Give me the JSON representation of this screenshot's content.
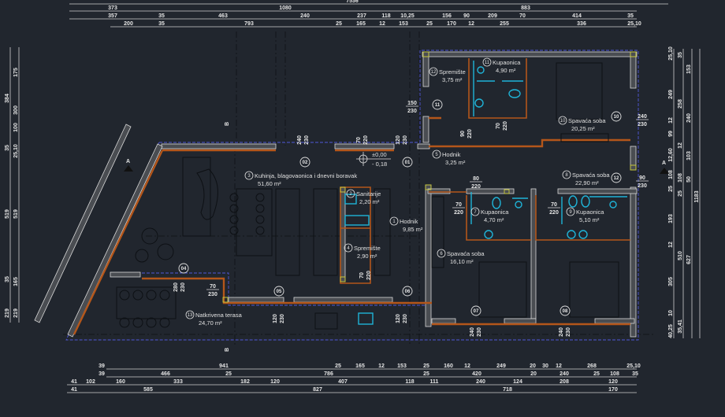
{
  "dimensions": {
    "top": [
      [
        "7536"
      ],
      [
        "373",
        "1080",
        "883"
      ],
      [
        "357",
        "35",
        "463",
        "240",
        "237",
        "118",
        "10,25",
        "156",
        "90",
        "209",
        "70",
        "414",
        "35"
      ],
      [
        "200",
        "35",
        "793",
        "25",
        "165",
        "12",
        "153",
        "25",
        "170",
        "12",
        "255",
        "336",
        "25,10"
      ]
    ],
    "bottom": [
      [
        "39",
        "941",
        "25",
        "165",
        "12",
        "153",
        "25",
        "160",
        "12",
        "249",
        "20",
        "30",
        "12",
        "268",
        "25,10"
      ],
      [
        "39",
        "466",
        "25",
        "786",
        "25",
        "420",
        "20",
        "240",
        "25",
        "108",
        "35"
      ],
      [
        "41",
        "102",
        "160",
        "333",
        "182",
        "120",
        "407",
        "118",
        "111",
        "240",
        "124",
        "208",
        "120"
      ],
      [
        "41",
        "585",
        "827",
        "718",
        "170"
      ]
    ],
    "left": [
      [
        "384",
        "35",
        "519",
        "35",
        "219"
      ],
      [
        "175",
        "300",
        "100",
        "25,10",
        "519",
        "165",
        "219"
      ]
    ],
    "right": [
      [
        "25,10",
        "249",
        "12",
        "99",
        "12,60",
        "108",
        "25",
        "193",
        "12",
        "305",
        "10",
        "40,25"
      ],
      [
        "35",
        "258",
        "12",
        "108",
        "25",
        "510",
        "35,41"
      ],
      [
        "153",
        "240",
        "103",
        "50",
        "627"
      ],
      [
        "1183"
      ]
    ]
  },
  "rooms": [
    {
      "num": "12",
      "name": "Spremište",
      "area": "3,75  m²"
    },
    {
      "num": "11",
      "name": "Kupaonica",
      "area": "4,90  m²"
    },
    {
      "num": "10",
      "name": "Spavaća soba",
      "area": "20,25 m²"
    },
    {
      "num": "5",
      "name": "Hodnik",
      "area": "3,25  m²"
    },
    {
      "num": "8",
      "name": "Spavaća soba",
      "area": "22,90 m²"
    },
    {
      "num": "3",
      "name": "Kuhinja, blagovaonica i dnevni boravak",
      "area": "51,60 m²"
    },
    {
      "num": "2",
      "name": "Sanitarije",
      "area": "2,20  m²"
    },
    {
      "num": "1",
      "name": "Hodnik",
      "area": "9,85  m²"
    },
    {
      "num": "4",
      "name": "Spremište",
      "area": "2,90  m²"
    },
    {
      "num": "7",
      "name": "Kupaonica",
      "area": "4,70  m²"
    },
    {
      "num": "9",
      "name": "Kupaonica",
      "area": "5,10  m²"
    },
    {
      "num": "6",
      "name": "Spavaća soba",
      "area": "16,10 m²"
    },
    {
      "num": "13",
      "name": "Natkrivena terasa",
      "area": "24,70 m²"
    }
  ],
  "level": {
    "top": "±0,00",
    "bottom": "- 0,18"
  },
  "door_tags": [
    "01",
    "02",
    "04",
    "05",
    "06",
    "07",
    "08",
    "10",
    "11",
    "12"
  ],
  "openings": [
    [
      "240",
      "230"
    ],
    [
      "120",
      "230"
    ],
    [
      "150",
      "230"
    ],
    [
      "240",
      "230"
    ],
    [
      "90",
      "230"
    ],
    [
      "80",
      "220"
    ],
    [
      "90",
      "220"
    ],
    [
      "70",
      "220"
    ],
    [
      "70",
      "220"
    ],
    [
      "70",
      "220"
    ],
    [
      "70",
      "220"
    ],
    [
      "70",
      "220"
    ],
    [
      "280",
      "230"
    ],
    [
      "70",
      "230"
    ],
    [
      "120",
      "230"
    ],
    [
      "120",
      "230"
    ],
    [
      "240",
      "230"
    ],
    [
      "240",
      "230"
    ]
  ],
  "section_marks": [
    "A",
    "A",
    "B",
    "B"
  ],
  "colors": {
    "background": "#21262e",
    "wall_outline": "#d8d8d8",
    "finish": "#b4561a",
    "sanitary": "#1fb4d8",
    "facade": "#5058d8"
  }
}
